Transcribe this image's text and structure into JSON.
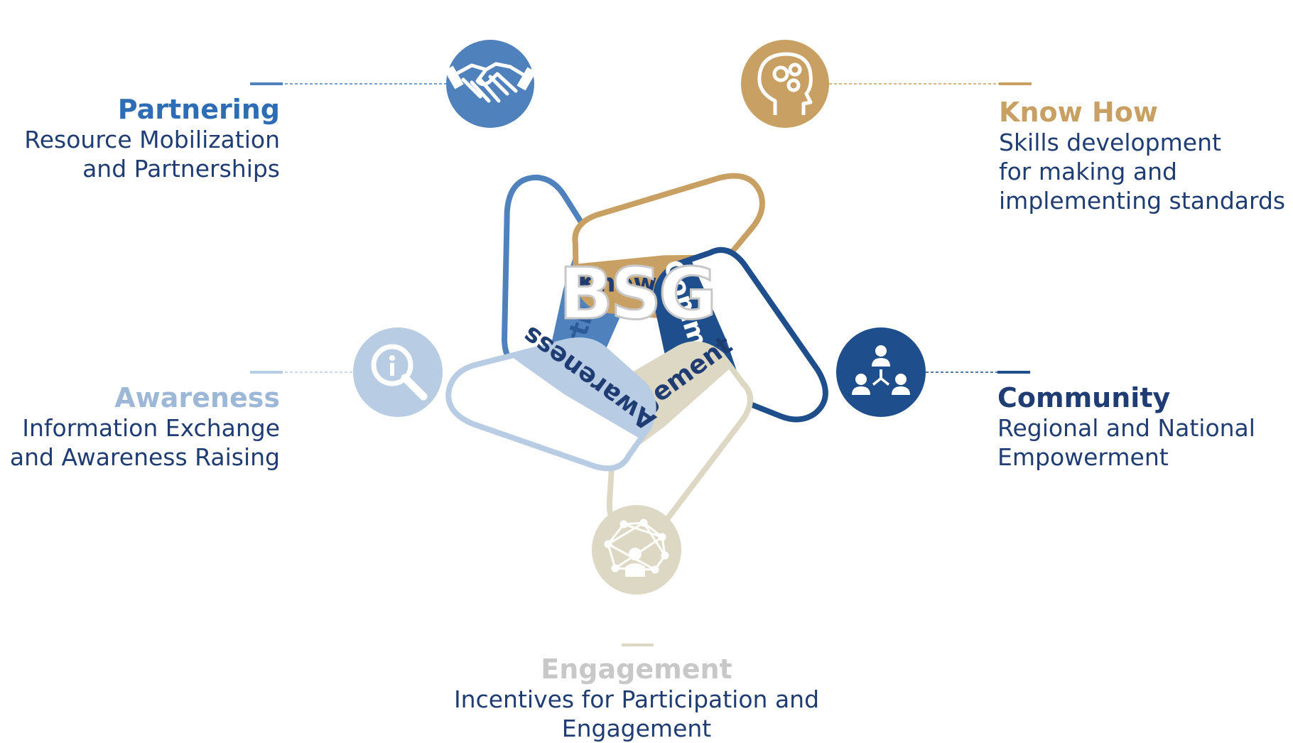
{
  "center_label": "BSG",
  "colors": {
    "partnering": "#4f81bd",
    "know_how": "#c9a063",
    "community": "#1f4e8c",
    "engagement": "#ddd8c4",
    "awareness": "#b8cce4",
    "text_dark": "#1f3d73"
  },
  "segments": [
    {
      "key": "partnering",
      "label": "Partnering",
      "icon": "handshake-icon"
    },
    {
      "key": "know_how",
      "label": "Know How",
      "icon": "head-gears-icon"
    },
    {
      "key": "community",
      "label": "Community",
      "icon": "people-network-icon"
    },
    {
      "key": "engagement",
      "label": "Engagement",
      "icon": "person-network-icon"
    },
    {
      "key": "awareness",
      "label": "Awareness",
      "icon": "magnifier-info-icon"
    }
  ],
  "descriptions": {
    "partnering": {
      "title": "Partnering",
      "lines": [
        "Resource Mobilization",
        "and Partnerships"
      ]
    },
    "know_how": {
      "title": "Know How",
      "lines": [
        "Skills development",
        "for making and",
        "implementing standards"
      ]
    },
    "community": {
      "title": "Community",
      "lines": [
        "Regional and National",
        "Empowerment"
      ]
    },
    "awareness": {
      "title": "Awareness",
      "lines": [
        "Information Exchange",
        "and Awareness Raising"
      ]
    },
    "engagement": {
      "title": "Engagement",
      "lines": [
        "Incentives for Participation and",
        "Engagement"
      ]
    }
  }
}
